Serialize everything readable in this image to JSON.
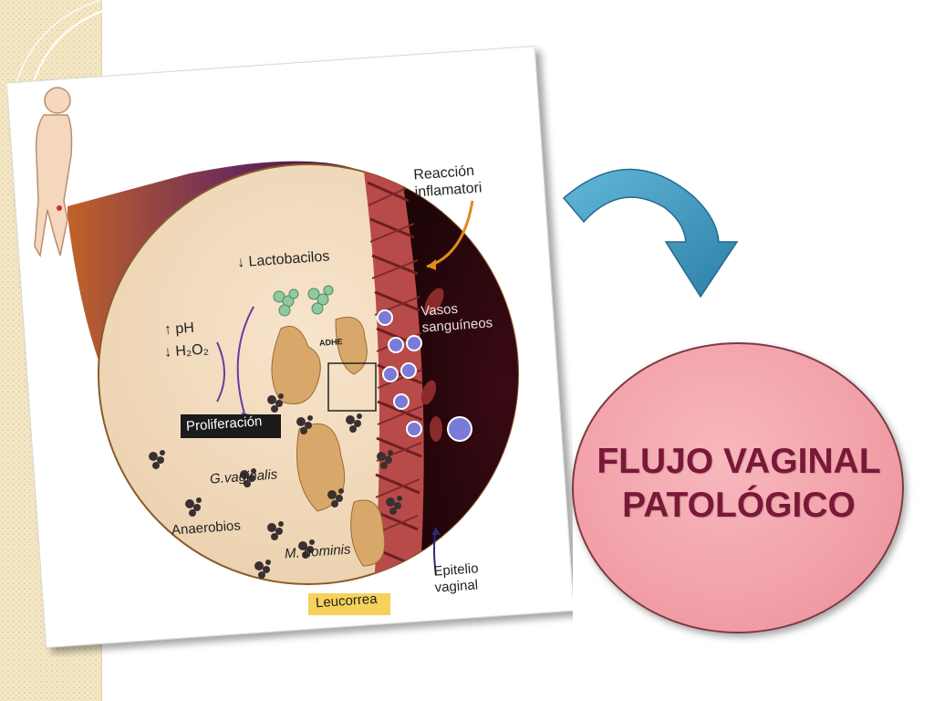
{
  "diagram": {
    "labels": {
      "reaccion": "Reacción\ninflamatori",
      "lactobacilos": "Lactobacilos",
      "ph": "pH",
      "h2o2": "H₂O₂",
      "vasos": "Vasos\nsanguíneos",
      "proliferacion": "Proliferación",
      "gvaginalis": "G.vaginalis",
      "anaerobios": "Anaerobios",
      "mhominis": "M. hominis",
      "epitelio": "Epitelio\nvaginal",
      "leucorrea": "Leucorrea",
      "adhesion": "ADHE"
    },
    "arrow_up": "↑",
    "arrow_down": "↓"
  },
  "title_bubble": {
    "line1": "FLUJO VAGINAL",
    "line2": "PATOLÓGICO"
  },
  "colors": {
    "bubble_fill": "#f2a0a8",
    "title_text": "#7a1838",
    "arrow_blue": "#3a9cc4"
  }
}
